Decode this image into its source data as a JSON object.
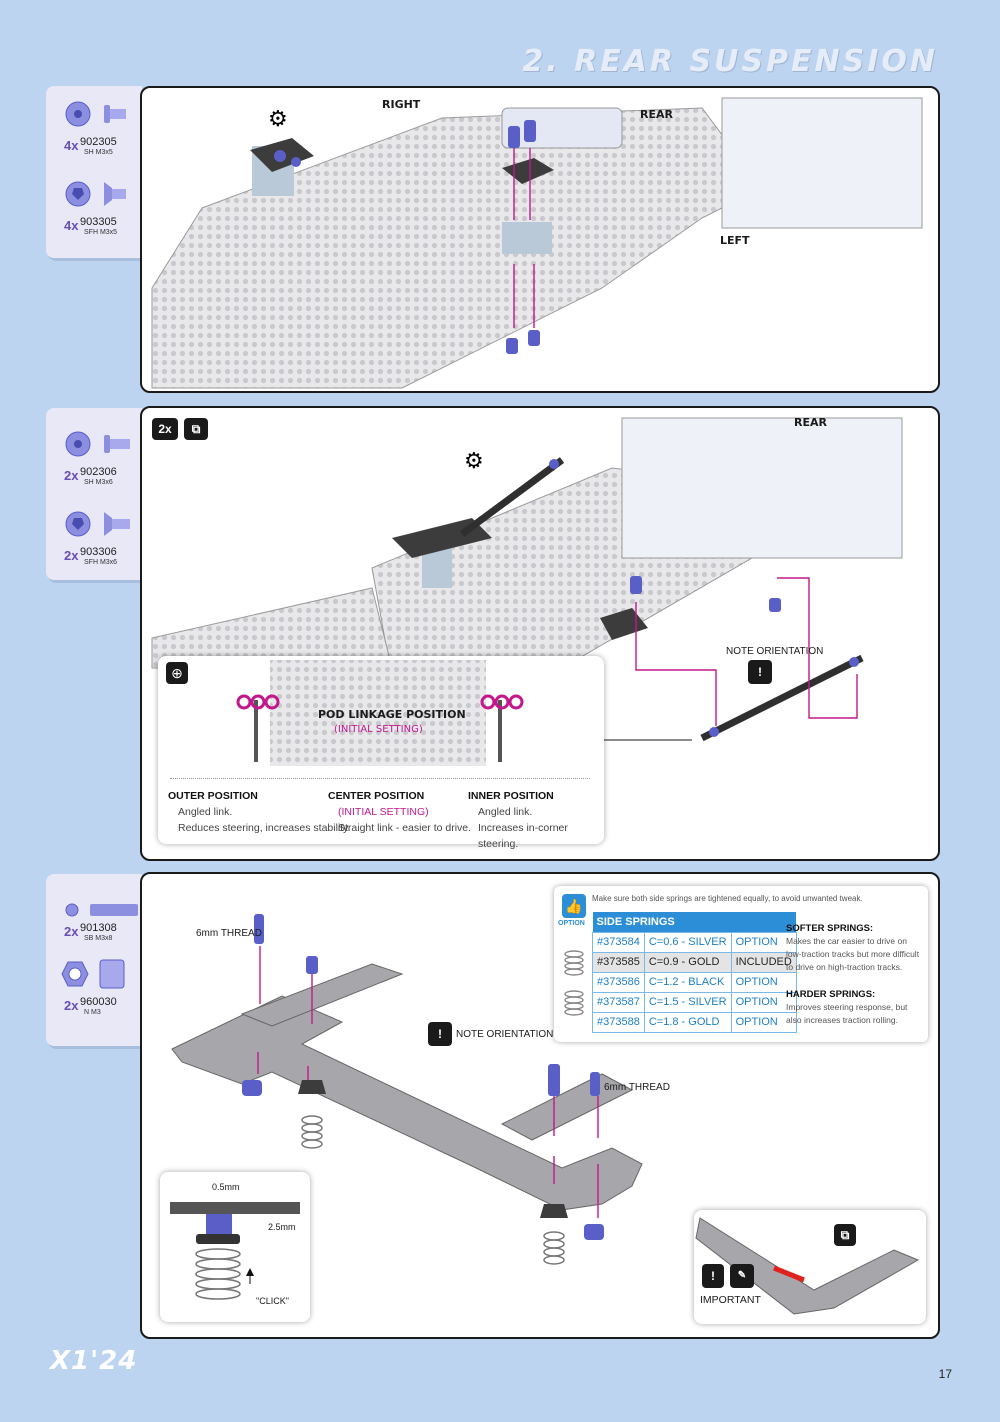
{
  "header": {
    "title": "2. REAR SUSPENSION"
  },
  "step1": {
    "parts": [
      {
        "qty": "4x",
        "number": "902305",
        "desc": "SH M3x5",
        "icon": "button-head-screw-icon"
      },
      {
        "qty": "4x",
        "number": "903305",
        "desc": "SFH M3x5",
        "icon": "flat-head-screw-icon"
      }
    ],
    "labels": {
      "right": "RIGHT",
      "rear": "REAR",
      "left": "LEFT"
    }
  },
  "step2": {
    "parts": [
      {
        "qty": "2x",
        "number": "902306",
        "desc": "SH M3x6",
        "icon": "button-head-screw-icon"
      },
      {
        "qty": "2x",
        "number": "903306",
        "desc": "SFH M3x6",
        "icon": "flat-head-screw-icon"
      }
    ],
    "badge": "2x",
    "rear_label": "REAR",
    "note_orientation": "NOTE ORIENTATION",
    "detail": {
      "title": "POD LINKAGE POSITION",
      "subtitle": "(INITIAL SETTING)",
      "outer": {
        "head": "OUTER POSITION",
        "l1": "Angled link.",
        "l2": "Reduces steering, increases stability."
      },
      "center": {
        "head": "CENTER POSITION",
        "l1": "(INITIAL SETTING)",
        "l2": "Straight link - easier to drive."
      },
      "inner": {
        "head": "INNER POSITION",
        "l1": "Angled link.",
        "l2": "Increases in-corner steering."
      }
    }
  },
  "step3": {
    "parts": [
      {
        "qty": "2x",
        "number": "901308",
        "desc": "SB M3x8",
        "icon": "set-screw-icon"
      },
      {
        "qty": "2x",
        "number": "960030",
        "desc": "N M3",
        "icon": "nut-icon"
      }
    ],
    "thread_label": "6mm THREAD",
    "note_orientation": "NOTE ORIENTATION",
    "option": {
      "label": "OPTION",
      "note": "Make sure both side springs are tightened equally, to avoid unwanted tweak.",
      "table_header": "SIDE SPRINGS",
      "rows": [
        {
          "part": "#373584",
          "rate": "C=0.6 - SILVER",
          "status": "OPTION",
          "included": false
        },
        {
          "part": "#373585",
          "rate": "C=0.9 - GOLD",
          "status": "INCLUDED",
          "included": true
        },
        {
          "part": "#373586",
          "rate": "C=1.2 - BLACK",
          "status": "OPTION",
          "included": false
        },
        {
          "part": "#373587",
          "rate": "C=1.5 - SILVER",
          "status": "OPTION",
          "included": false
        },
        {
          "part": "#373588",
          "rate": "C=1.8 - GOLD",
          "status": "OPTION",
          "included": false
        }
      ],
      "softer_head": "SOFTER SPRINGS:",
      "softer_text": "Makes the car easier to drive on low-traction tracks but more difficult to drive on high-traction tracks.",
      "harder_head": "HARDER SPRINGS:",
      "harder_text": "Improves steering response, but also increases traction rolling."
    },
    "inset_detail": {
      "gap": "0.5mm",
      "height": "2.5mm",
      "click": "\"CLICK\""
    },
    "important": "IMPORTANT"
  },
  "footer": {
    "brand": "X1'24",
    "page_number": "17"
  },
  "colors": {
    "accent": "#c2188c",
    "option_blue": "#2c8ed6",
    "screw_blue": "#5a5fc8",
    "background": "#bcd4ef"
  }
}
